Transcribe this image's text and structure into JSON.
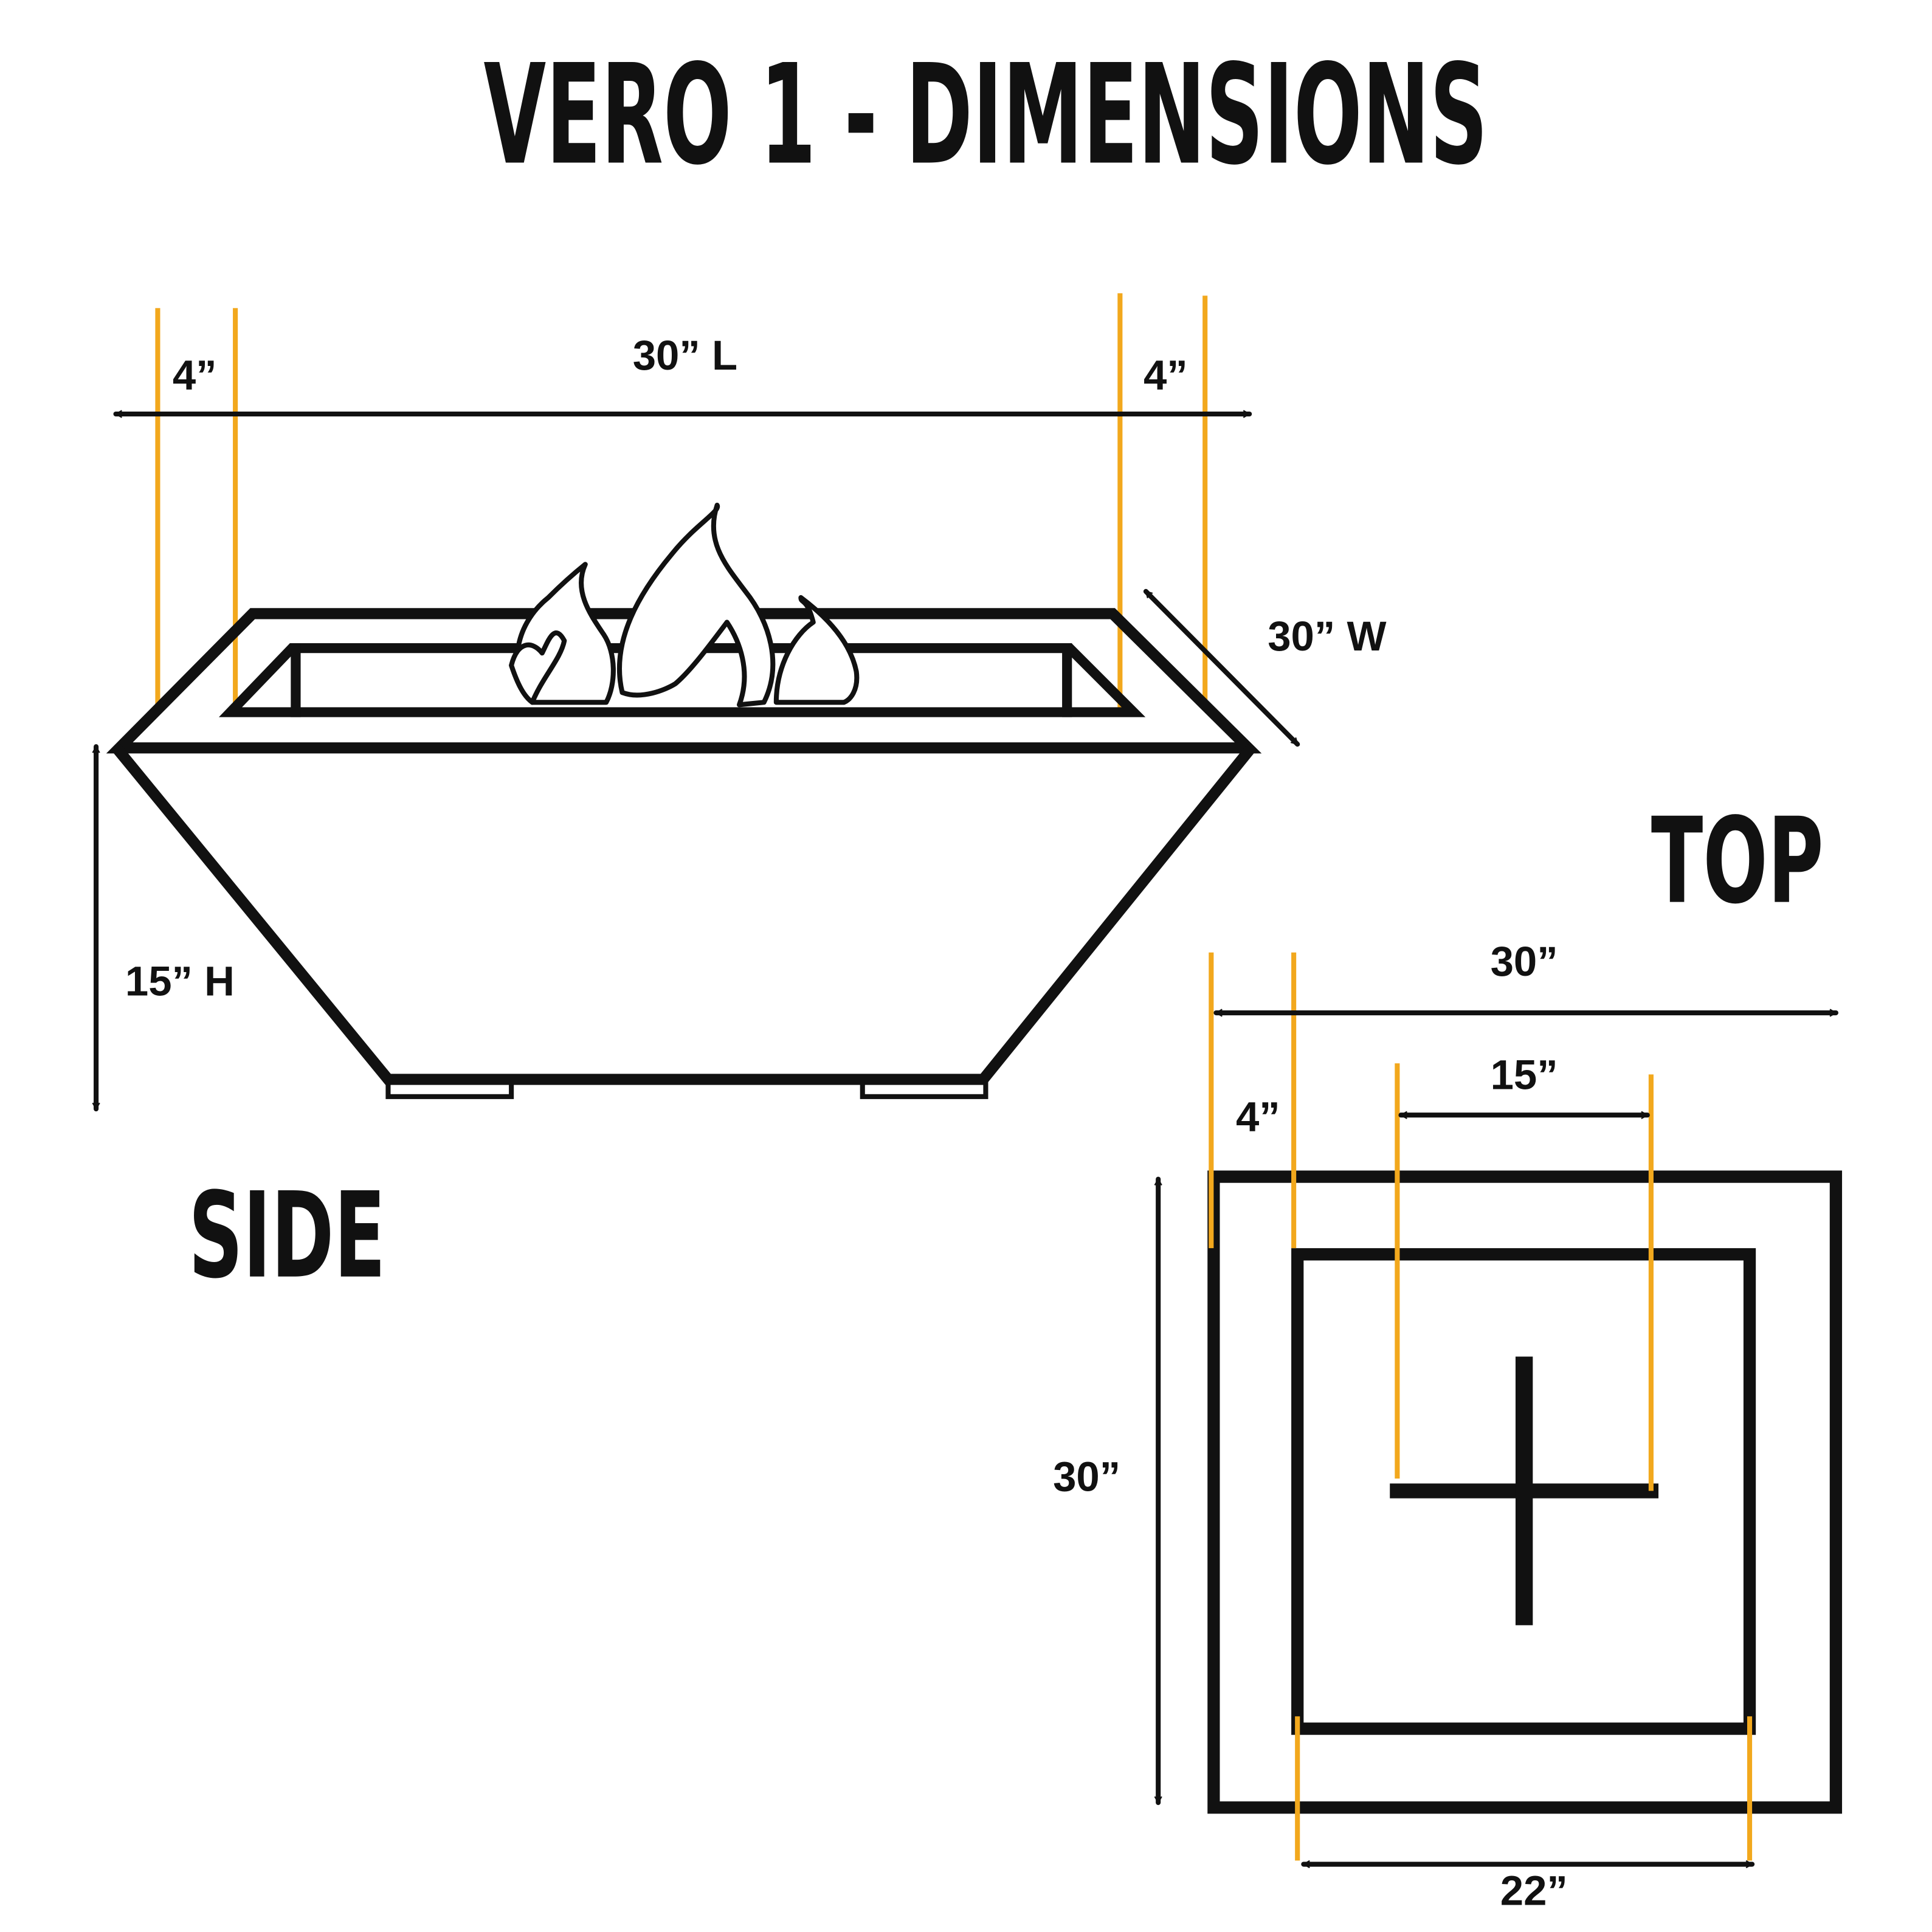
{
  "title": "VERO 1 - DIMENSIONS",
  "side": {
    "heading": "SIDE",
    "length_label": "30” L",
    "left_rim_label": "4”",
    "right_rim_label": "4”",
    "width_label": "30” W",
    "height_label": "15” H"
  },
  "top": {
    "heading": "TOP",
    "outer_width_label": "30”",
    "burner_label": "15”",
    "rim_label": "4”",
    "outer_height_label": "30”",
    "inner_width_label": "22”"
  },
  "colors": {
    "line": "#111111",
    "guide": "#F2A81D"
  }
}
